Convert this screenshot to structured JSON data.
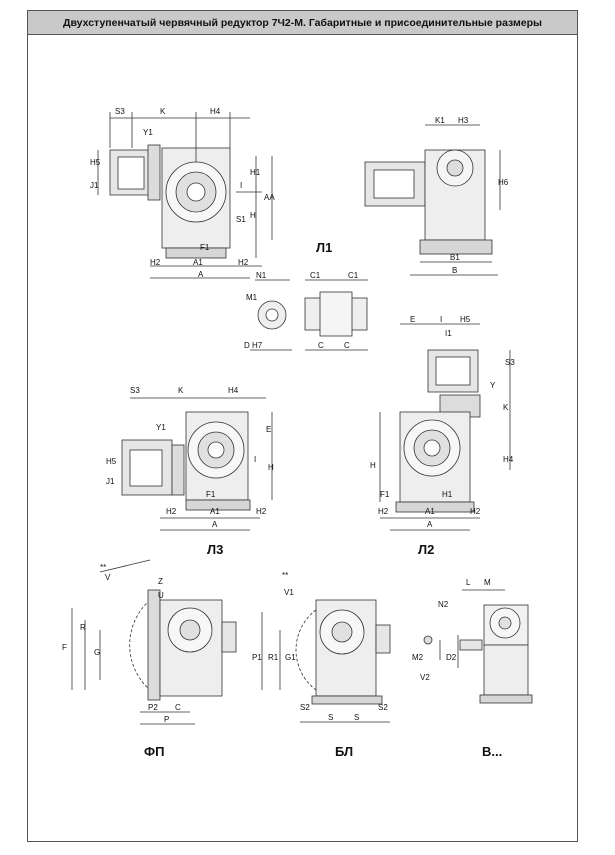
{
  "header": {
    "title": "Двухступенчатый червячный редуктор 7Ч2-М.  Габаритные и присоединительные размеры"
  },
  "views": {
    "l1": "Л1",
    "l2": "Л2",
    "l3": "Л3",
    "fp": "ФП",
    "bl": "БЛ",
    "v": "В..."
  },
  "dims": {
    "S3": "S3",
    "K": "K",
    "H4": "H4",
    "Y1": "Y1",
    "H5": "H5",
    "J1": "J1",
    "I": "I",
    "H1": "H1",
    "AA": "AA",
    "H": "H",
    "S1": "S1",
    "F1": "F1",
    "H2": "H2",
    "A1": "A1",
    "A": "A",
    "K1": "K1",
    "H3": "H3",
    "H6": "H6",
    "B1": "B1",
    "B": "B",
    "N1": "N1",
    "C1": "C1",
    "M1": "M1",
    "D_H7": "D H7",
    "C": "C",
    "E": "E",
    "I1": "I1",
    "Y": "Y",
    "V": "V",
    "Z": "Z",
    "U": "U",
    "F": "F",
    "G": "G",
    "P2": "P2",
    "P": "P",
    "V1": "V1",
    "P1": "P1",
    "R1": "R1",
    "G1": "G1",
    "S2": "S2",
    "S": "S",
    "stars": "**",
    "L": "L",
    "M": "M",
    "N2": "N2",
    "M2": "M2",
    "D2": "D2",
    "V2": "V2"
  }
}
